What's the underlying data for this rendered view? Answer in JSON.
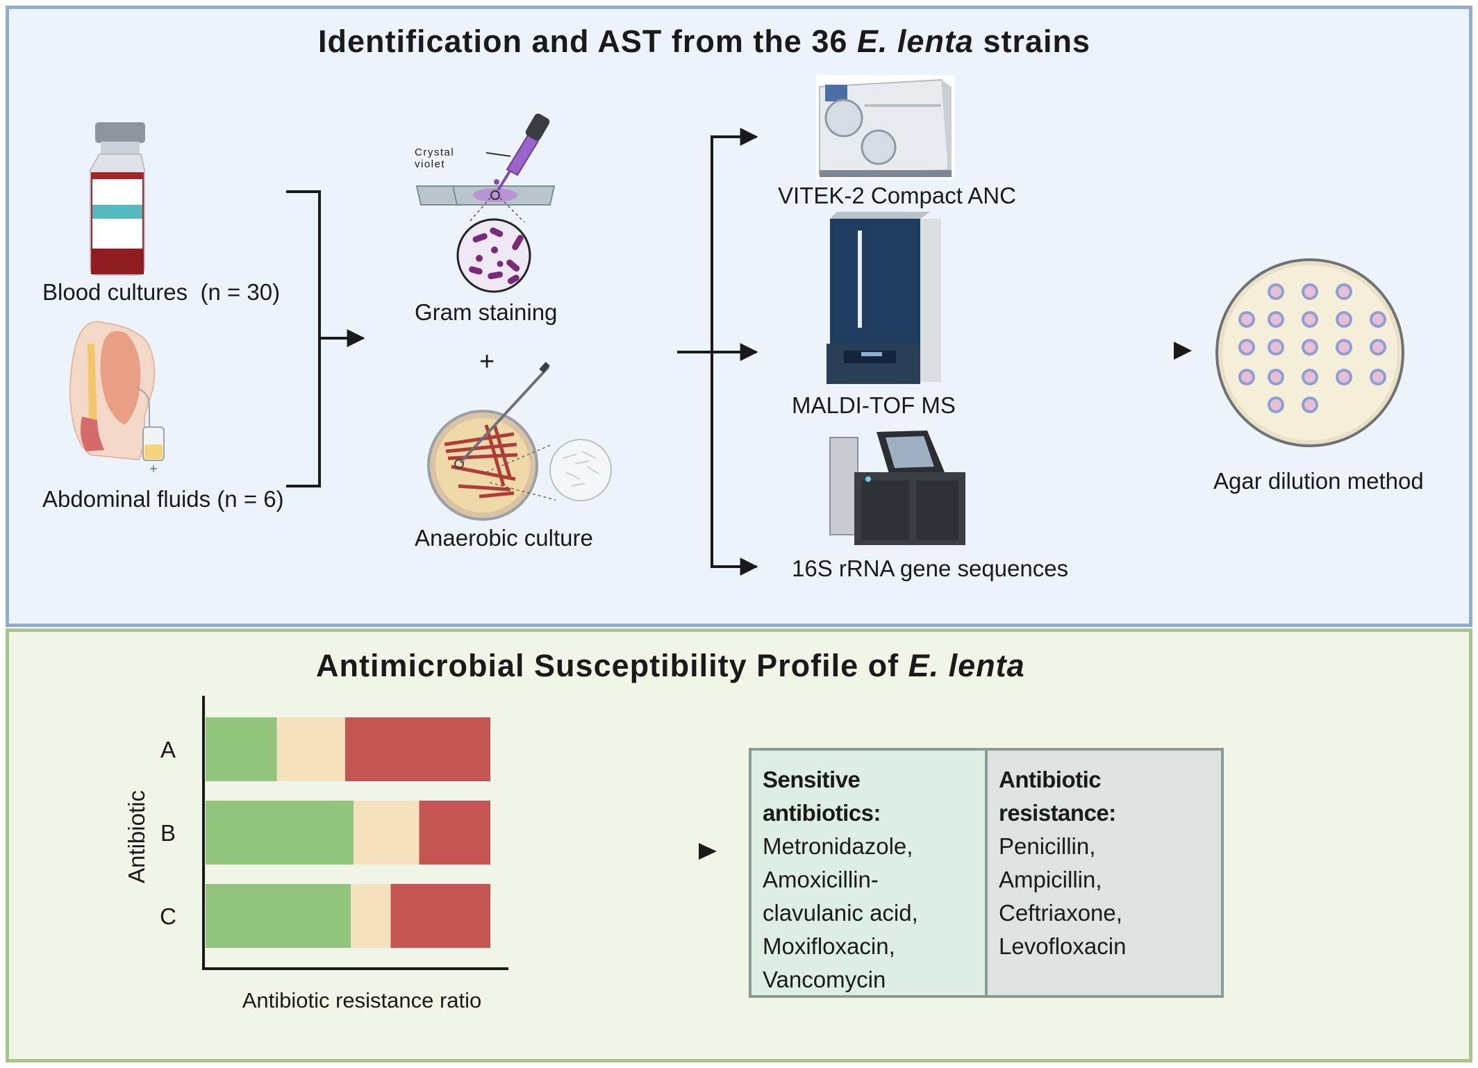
{
  "top": {
    "title_prefix": "Identification and AST from the 36 ",
    "title_italic": "E. lenta",
    "title_suffix": " strains",
    "samples": {
      "blood_label": "Blood cultures",
      "blood_n": "(n = 30)",
      "abdominal_label": "Abdominal fluids",
      "abdominal_n": "(n = 6)"
    },
    "gram": {
      "reagent_line1": "Crystal",
      "reagent_line2": "violet",
      "label": "Gram staining"
    },
    "plus": "+",
    "anaerobic_label": "Anaerobic culture",
    "methods": [
      "VITEK-2 Compact ANC",
      "MALDI-TOF MS",
      "16S rRNA gene sequences"
    ],
    "agar_label": "Agar dilution method"
  },
  "bottom": {
    "title_prefix": "Antimicrobial Susceptibility Profile of ",
    "title_italic": "E. lenta",
    "sensitive": {
      "header": "Sensitive antibiotics:",
      "items": [
        "Metronidazole,",
        "Amoxicillin-",
        "clavulanic acid,",
        "Moxifloxacin,",
        "Vancomycin"
      ]
    },
    "resistance": {
      "header": "Antibiotic resistance:",
      "items": [
        "Penicillin,",
        "Ampicillin,",
        "Ceftriaxone,",
        "Levofloxacin"
      ]
    }
  },
  "colors": {
    "sensitive": "#93c47d",
    "intermediate": "#f3e2bd",
    "resistant": "#c55555",
    "arrow": "#1a1a1a"
  },
  "chart_data": {
    "type": "bar",
    "orientation": "horizontal",
    "stacked": true,
    "categories": [
      "A",
      "B",
      "C"
    ],
    "series": [
      {
        "values": [
          0.25,
          0.52,
          0.51
        ]
      },
      {
        "values": [
          0.24,
          0.23,
          0.14
        ]
      },
      {
        "values": [
          0.51,
          0.25,
          0.35
        ]
      }
    ],
    "xlabel": "Antibiotic resistance ratio",
    "ylabel": "Antibiotic",
    "xlim": [
      0,
      1
    ]
  }
}
